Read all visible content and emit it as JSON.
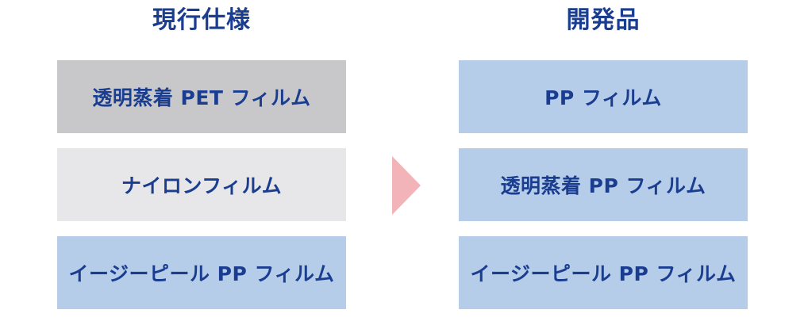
{
  "left_column": {
    "title": "現行仕様",
    "items": [
      {
        "label": "透明蒸着 PET フィルム",
        "fill": "#c8c8ca"
      },
      {
        "label": "ナイロンフィルム",
        "fill": "#e7e7e9"
      },
      {
        "label": "イージーピール PP フィルム",
        "fill": "#b6cdea"
      }
    ]
  },
  "right_column": {
    "title": "開発品",
    "items": [
      {
        "label": "PP フィルム",
        "fill": "#b6cdea"
      },
      {
        "label": "透明蒸着 PP フィルム",
        "fill": "#b6cdea"
      },
      {
        "label": "イージーピール PP フィルム",
        "fill": "#b6cdea"
      }
    ]
  },
  "colors": {
    "title_text": "#1a3d8f",
    "box_text": "#1a3d8f",
    "arrow": "#f2b3b9",
    "background": "#ffffff"
  },
  "icons": {
    "transition_arrow": "right-triangle-arrow-icon"
  }
}
